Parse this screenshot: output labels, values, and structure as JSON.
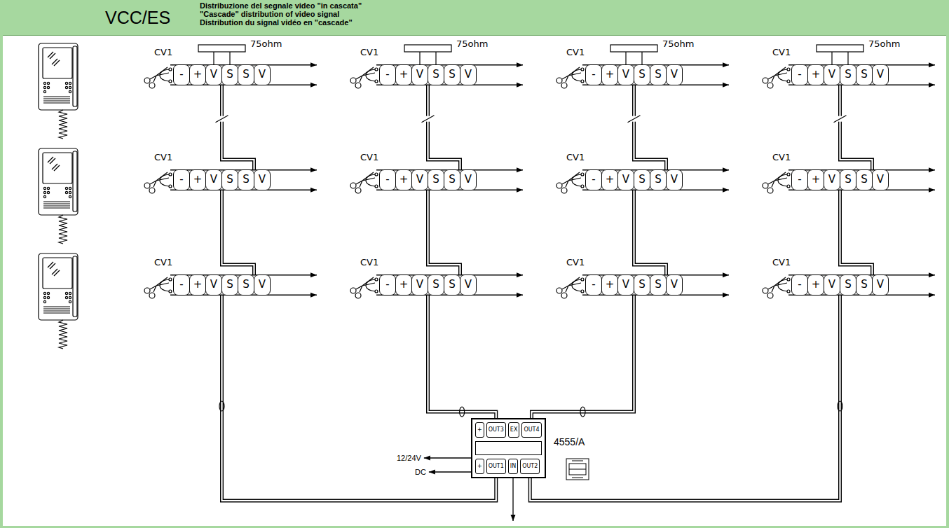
{
  "diagram": {
    "title": "VCC/ES",
    "nodes": [
      {
        "text": [
          "-",
          "+",
          "V",
          "S",
          "S",
          "V"
        ]
      },
      {
        "text": [
          "-",
          "+",
          "V",
          "S",
          "S",
          "V"
        ]
      },
      {
        "text": [
          "-",
          "+",
          "V",
          "S",
          "S",
          "V"
        ]
      },
      {
        "text": [
          "-",
          "+",
          "V",
          "S",
          "S",
          "V"
        ]
      },
      {
        "text": [
          "-",
          "+",
          "V",
          "S",
          "S",
          "V"
        ]
      },
      {
        "text": [
          "-",
          "+",
          "V",
          "S",
          "S",
          "V"
        ]
      },
      {
        "text": [
          "-",
          "+",
          "V",
          "S",
          "S",
          "V"
        ]
      },
      {
        "text": [
          "-",
          "+",
          "V",
          "S",
          "S",
          "V"
        ]
      },
      {
        "text": [
          "-",
          "+",
          "V",
          "S",
          "S",
          "V"
        ]
      },
      {
        "text": [
          "-",
          "+",
          "V",
          "S",
          "S",
          "V"
        ]
      },
      {
        "text": [
          "-",
          "+",
          "V",
          "S",
          "S",
          "V"
        ]
      },
      {
        "text": [
          "-",
          "+",
          "V",
          "S",
          "S",
          "V"
        ]
      },
      {
        "text": [
          "+",
          "OUT3",
          "EX",
          "OUT4",
          "+",
          "OUT1",
          "IN",
          "OUT2"
        ]
      }
    ],
    "edges": [
      {
        "from": 0,
        "to": 4,
        "arrow": "none"
      },
      {
        "from": 1,
        "to": 5,
        "arrow": "none"
      },
      {
        "from": 2,
        "to": 6,
        "arrow": "none"
      },
      {
        "from": 3,
        "to": 7,
        "arrow": "none"
      },
      {
        "from": 4,
        "to": 8,
        "arrow": "none"
      },
      {
        "from": 5,
        "to": 9,
        "arrow": "none"
      },
      {
        "from": 6,
        "to": 10,
        "arrow": "none"
      },
      {
        "from": 7,
        "to": 11,
        "arrow": "none"
      },
      {
        "from": 8,
        "to": 12,
        "arrow": "none"
      },
      {
        "from": 9,
        "to": 12,
        "arrow": "none"
      },
      {
        "from": 10,
        "to": 12,
        "arrow": "none"
      },
      {
        "from": 11,
        "to": 12,
        "arrow": "none"
      }
    ],
    "labels": [
      "Distribuzione del segnale video \"in cascata\"",
      "\"Cascade\" distribution of video signal",
      "Distribution du signal vidéo en \"cascade\"",
      "CV1",
      "75ohm",
      "CV1",
      "75ohm",
      "CV1",
      "75ohm",
      "CV1",
      "75ohm",
      "CV1",
      "CV1",
      "CV1",
      "CV1",
      "CV1",
      "CV1",
      "CV1",
      "CV1",
      "12/24V",
      "DC",
      "4555/A"
    ]
  }
}
